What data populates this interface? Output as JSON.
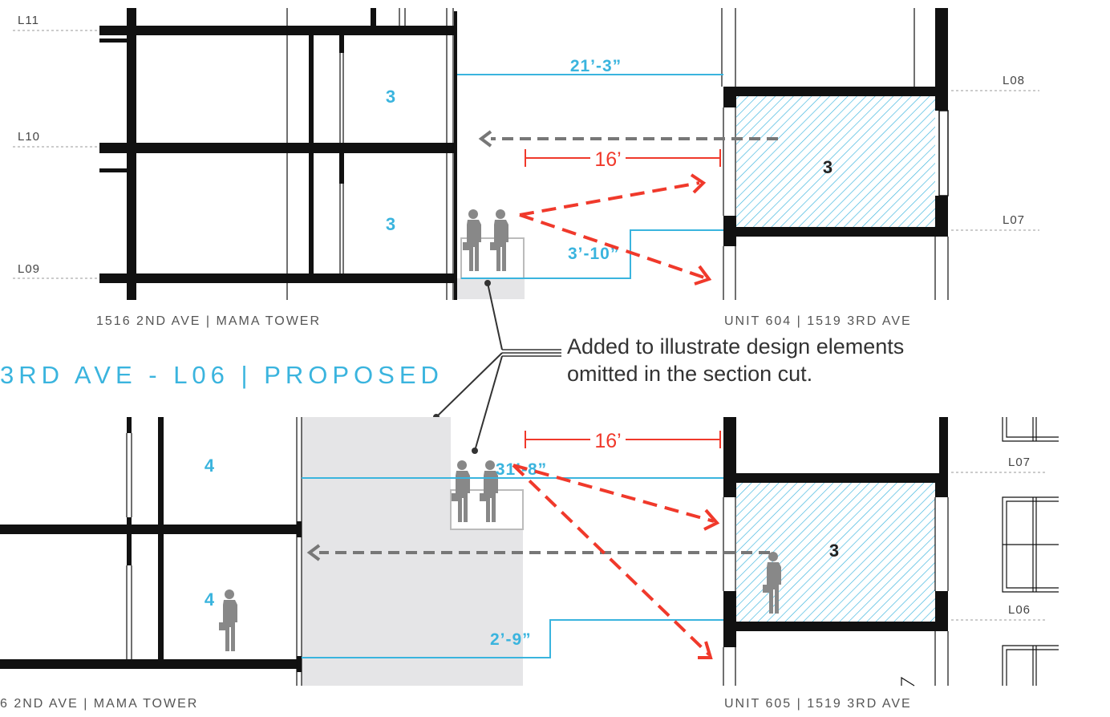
{
  "top_section": {
    "levels": [
      "L11",
      "L10",
      "L09",
      "L08",
      "L07"
    ],
    "rooms": [
      "3",
      "3",
      "3"
    ],
    "dim_width": "21’-3”",
    "dim_offset": "16’",
    "dim_height": "3’-10”",
    "caption_left": "1516 2ND AVE | MAMA TOWER",
    "caption_right": "UNIT 604 | 1519 3RD AVE"
  },
  "annotation": {
    "line1": "Added to illustrate design elements",
    "line2": "omitted in the section cut."
  },
  "bottom_section": {
    "title": "3RD AVE - L06 | PROPOSED",
    "levels": [
      "L07",
      "L06"
    ],
    "rooms": [
      "4",
      "4",
      "3"
    ],
    "dim_width": "31’-8”",
    "dim_offset": "16’",
    "dim_height": "2’-9”",
    "caption_left": "6 2ND AVE | MAMA TOWER",
    "caption_right": "UNIT 605 | 1519 3RD AVE"
  },
  "colors": {
    "dimension_blue": "#3ab4de",
    "sightline_red": "#f0392b",
    "structure": "#111111",
    "overlay_gray": "#e5e5e7"
  }
}
